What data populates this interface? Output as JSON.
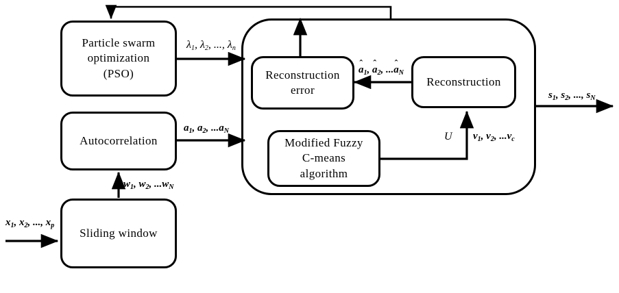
{
  "diagram": {
    "title": "Signal reconstruction block diagram",
    "stroke_color": "#000000",
    "background_color": "#ffffff",
    "nodes": [
      {
        "id": "pso",
        "label": "Particle swarm\noptimization\n(PSO)"
      },
      {
        "id": "autocorrelation",
        "label": "Autocorrelation"
      },
      {
        "id": "sliding_window",
        "label": "Sliding window"
      },
      {
        "id": "recon_error",
        "label": "Reconstruction\nerror"
      },
      {
        "id": "reconstruction",
        "label": "Reconstruction"
      },
      {
        "id": "mfcm",
        "label": "Modified Fuzzy\nC-means\nalgorithm"
      }
    ],
    "edge_labels": {
      "input_signal": {
        "base": "x",
        "subs": [
          "1",
          "2",
          "p"
        ],
        "text": "x1, x2, ..., xp"
      },
      "window_output": {
        "base": "w",
        "subs": [
          "1",
          "2",
          "N"
        ],
        "text": "w1, w2, ...wN"
      },
      "lambda_params": {
        "base": "λ",
        "subs": [
          "1",
          "2",
          "n"
        ],
        "text": "λ1, λ2, ..., λn"
      },
      "autocorr_coeffs": {
        "base": "a",
        "subs": [
          "1",
          "2",
          "N"
        ],
        "text": "a1, a2, ...aN"
      },
      "recon_coeffs": {
        "base": "â",
        "subs": [
          "1",
          "2",
          "N"
        ],
        "text": "â1, â2, ...âN"
      },
      "membership": {
        "base": "U",
        "subs": [],
        "text": "U"
      },
      "centroids": {
        "base": "v",
        "subs": [
          "1",
          "2",
          "c"
        ],
        "text": "v1, v2, ...vc"
      },
      "output_signal": {
        "base": "s",
        "subs": [
          "1",
          "2",
          "N"
        ],
        "text": "s1, s2, ..., sN"
      }
    },
    "edges": [
      {
        "from": "input",
        "to": "sliding_window",
        "label": "input_signal"
      },
      {
        "from": "sliding_window",
        "to": "autocorrelation",
        "label": "window_output"
      },
      {
        "from": "pso",
        "to": "container",
        "label": "lambda_params"
      },
      {
        "from": "autocorrelation",
        "to": "container",
        "label": "autocorr_coeffs"
      },
      {
        "from": "reconstruction",
        "to": "recon_error",
        "label": "recon_coeffs"
      },
      {
        "from": "mfcm",
        "to": "reconstruction",
        "label": "membership"
      },
      {
        "from": "recon_error",
        "to": "pso",
        "label": ""
      },
      {
        "from": "container",
        "to": "output",
        "label": "output_signal"
      }
    ]
  }
}
